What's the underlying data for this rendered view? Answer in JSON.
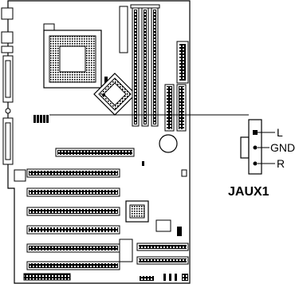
{
  "connector": {
    "name": "JAUX1",
    "pins": [
      {
        "label": "L"
      },
      {
        "label": "GND"
      },
      {
        "label": "R"
      }
    ]
  }
}
